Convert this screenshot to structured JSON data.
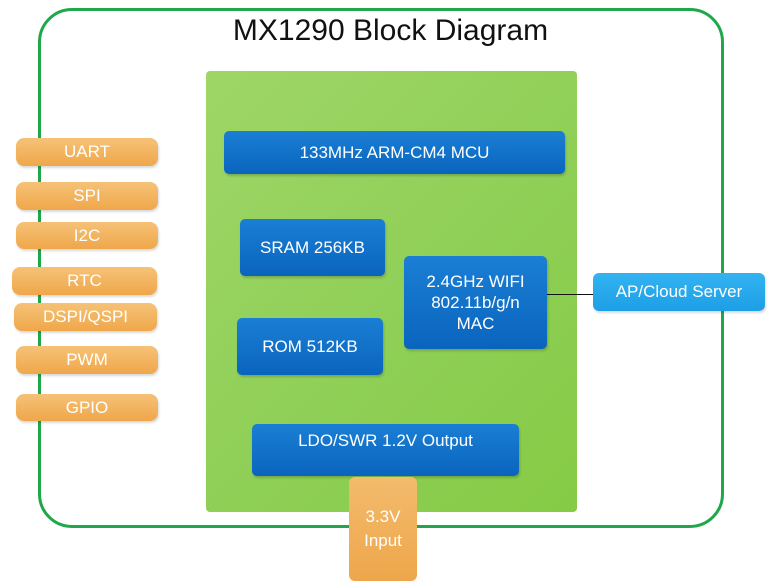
{
  "title": "MX1290 Block Diagram",
  "peripherals": [
    "UART",
    "SPI",
    "I2C",
    "RTC",
    "DSPI/QSPI",
    "PWM",
    "GPIO"
  ],
  "blocks": {
    "mcu": "133MHz ARM-CM4 MCU",
    "sram": "SRAM 256KB",
    "rom": "ROM 512KB",
    "wifi": [
      "2.4GHz WIFI",
      "802.11b/g/n",
      "MAC"
    ],
    "ldo": "LDO/SWR 1.2V Output"
  },
  "ap_server": "AP/Cloud Server",
  "power_input": [
    "3.3V",
    "Input"
  ],
  "colors": {
    "border": "#1fa84a",
    "chip": "#8fcf57",
    "block": "#0a64bd",
    "peripheral": "#efa74a",
    "server": "#1d9fe6"
  }
}
